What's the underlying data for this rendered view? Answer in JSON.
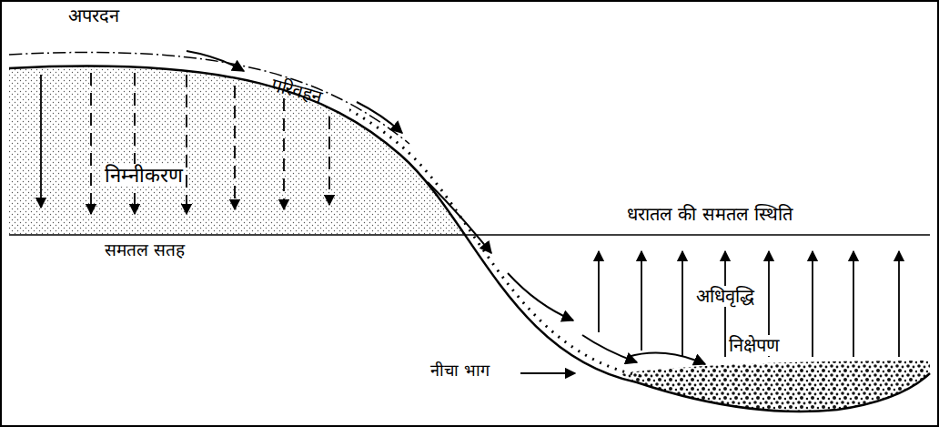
{
  "diagram": {
    "labels": [
      "अपरदन",
      "परिवहन",
      "निम्नीकरण",
      "समतल सतह",
      "धरातल की समतल स्थिति",
      "अधिवृद्धि",
      "निक्षेपण",
      "नीचा भाग"
    ]
  }
}
